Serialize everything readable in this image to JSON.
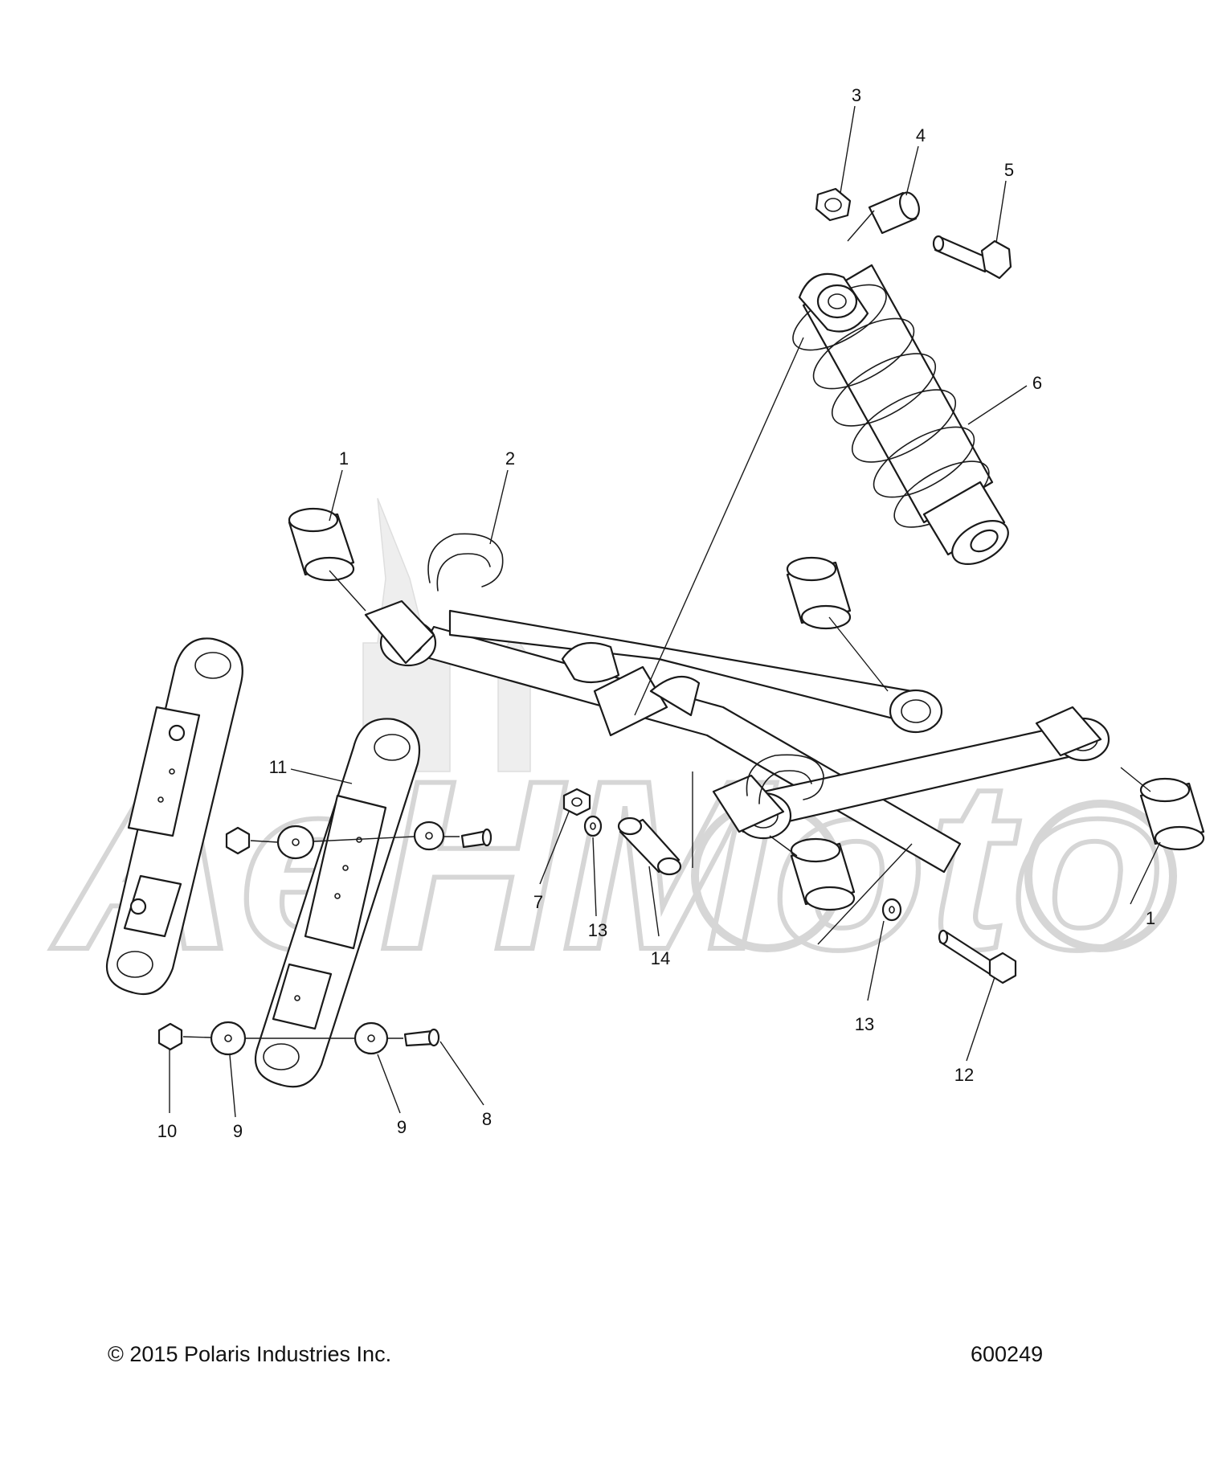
{
  "callouts": {
    "c1a": "1",
    "c2": "2",
    "c3": "3",
    "c4": "4",
    "c5": "5",
    "c6": "6",
    "c7": "7",
    "c8": "8",
    "c9a": "9",
    "c9b": "9",
    "c10": "10",
    "c11": "11",
    "c12": "12",
    "c13a": "13",
    "c13b": "13",
    "c14": "14",
    "c1b": "1"
  },
  "footer": {
    "copyright": "© 2015 Polaris Industries Inc.",
    "diagram_id": "600249"
  },
  "watermark": {
    "text": "AeHMoto"
  }
}
